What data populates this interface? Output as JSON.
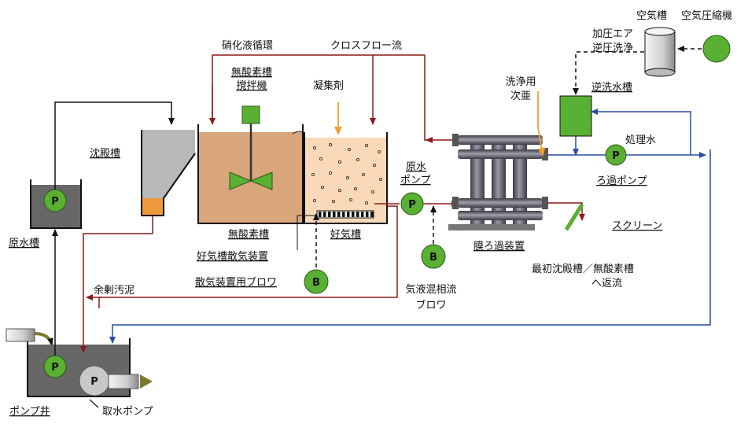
{
  "labels": {
    "pump_well": "ポンプ井",
    "intake_pump": "取水ポンプ",
    "raw_tank": "原水槽",
    "settling_tank": "沈殿槽",
    "excess_sludge": "余剰汚泥",
    "nitrified_recirc": "硝化液循環",
    "crossflow": "クロスフロー流",
    "anoxic_mixer": "無酸素槽\n撹拌機",
    "coagulant": "凝集剤",
    "anoxic_tank": "無酸素槽",
    "aerobic_tank": "好気槽",
    "aerobic_diffuser": "好気槽散気装置",
    "diffuser_blower": "散気装置用ブロワ",
    "raw_water_pump": "原水\nポンプ",
    "gas_liquid_blower": "気液混相流\nブロワ",
    "membrane_unit": "膜ろ過装置",
    "hypochlorite": "洗浄用\n次亜",
    "backwash_tank": "逆洗水槽",
    "pressurized_air": "加圧エア\n逆圧洗浄",
    "air_tank": "空気槽",
    "air_compressor": "空気圧縮機",
    "treated_water": "処理水",
    "filtration_pump": "ろ過ポンプ",
    "screen": "スクリーン",
    "return_flow": "最初沈殿槽／無酸素槽\nへ返流"
  },
  "symbols": {
    "pump": "P",
    "blower": "B"
  },
  "colors": {
    "sludge_line": "#8b1a1a",
    "water_line": "#2a4aa8",
    "black_line": "#111111",
    "anoxic_fill": "#d9a57a",
    "aerobic_fill": "#f9d9b8",
    "green": "#5ab033",
    "orange_arrow": "#f0a030",
    "tank_gray": "#666666",
    "membrane_gray": "#4a4a55"
  }
}
